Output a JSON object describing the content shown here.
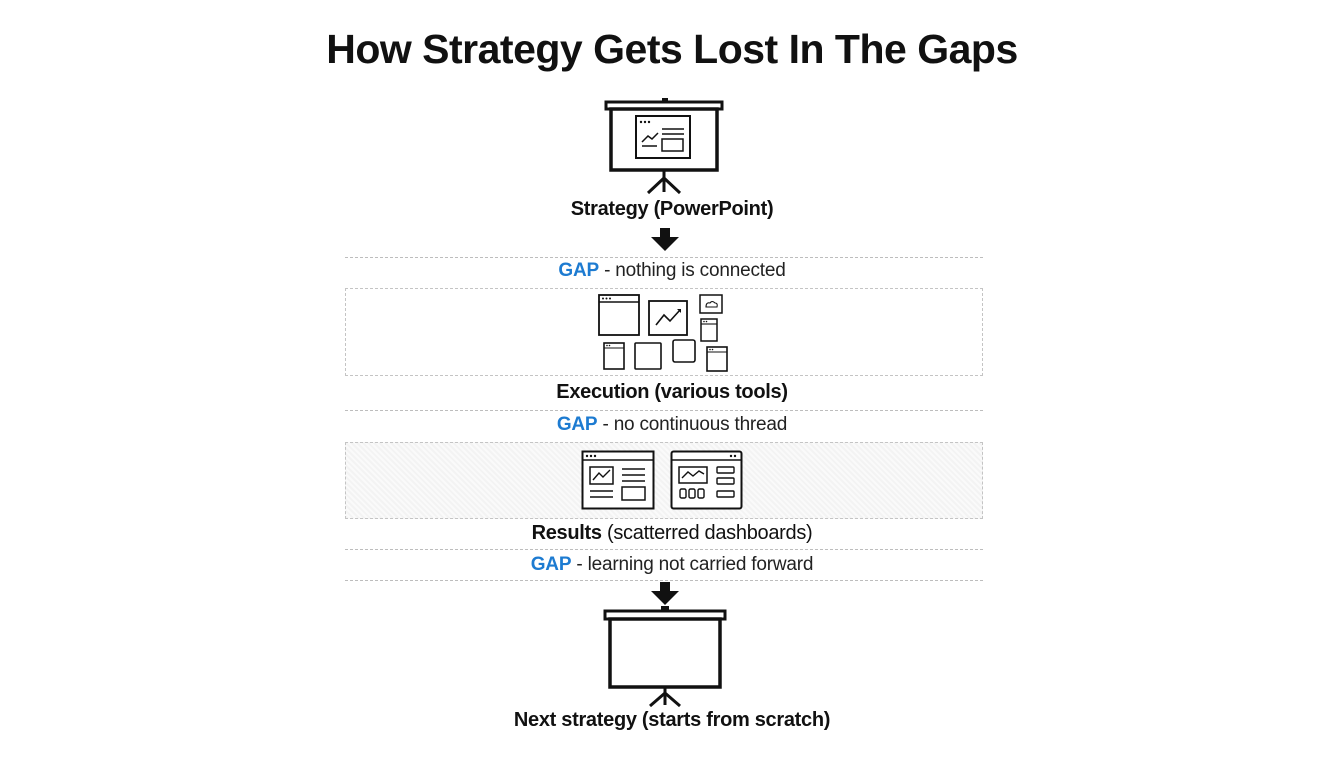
{
  "title": "How Strategy Gets Lost In The Gaps",
  "stages": [
    {
      "label": "Strategy (PowerPoint)"
    },
    {
      "label": "Execution (various tools)"
    },
    {
      "label_bold": "Results",
      "label_light": " (scatterred dashboards)"
    },
    {
      "label": "Next strategy (starts from scratch)"
    }
  ],
  "gaps": [
    {
      "word": "GAP",
      "text": " - nothing is connected"
    },
    {
      "word": "GAP",
      "text": " - no continuous thread"
    },
    {
      "word": "GAP",
      "text": " - learning not carried forward"
    }
  ],
  "colors": {
    "gap_accent": "#1d7bd1",
    "ink": "#111111"
  },
  "icons": [
    "presentation-screen-icon",
    "arrow-down-icon",
    "app-window-icon",
    "dashboard-icon",
    "blank-presentation-screen-icon"
  ]
}
